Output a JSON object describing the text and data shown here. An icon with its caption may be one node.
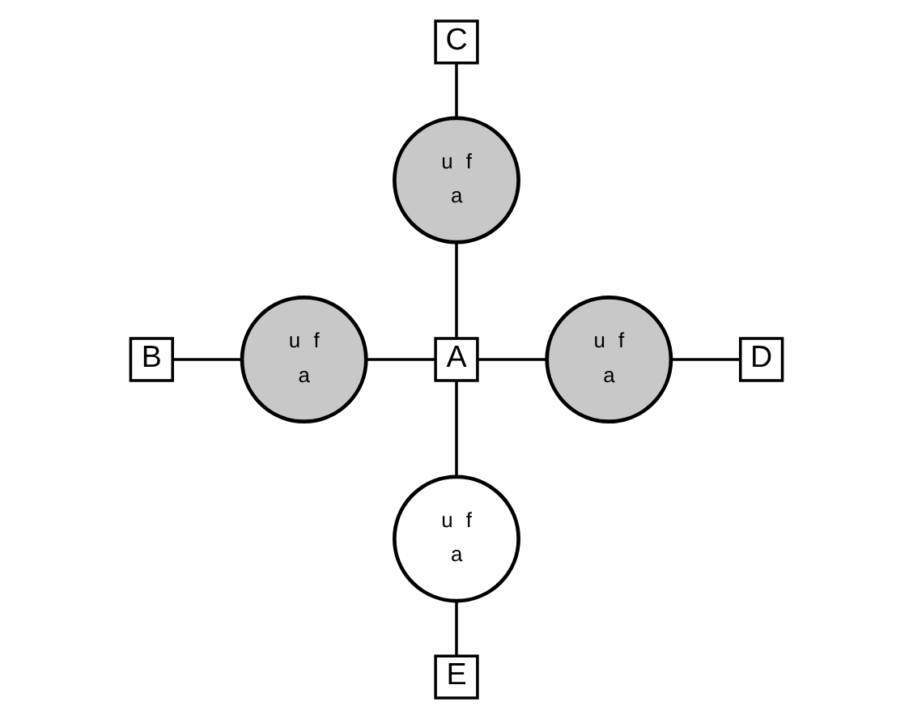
{
  "diagram": {
    "nodes": [
      {
        "text": [
          "C"
        ]
      },
      {
        "text": [
          "u",
          "f",
          "a"
        ]
      },
      {
        "text": [
          "B"
        ]
      },
      {
        "text": [
          "u",
          "f",
          "a"
        ]
      },
      {
        "text": [
          "A"
        ]
      },
      {
        "text": [
          "u",
          "f",
          "a"
        ]
      },
      {
        "text": [
          "D"
        ]
      },
      {
        "text": [
          "u",
          "f",
          "a"
        ]
      },
      {
        "text": [
          "E"
        ]
      }
    ],
    "edges": [
      {
        "from": 0,
        "to": 1,
        "arrow": "none"
      },
      {
        "from": 1,
        "to": 4,
        "arrow": "none"
      },
      {
        "from": 2,
        "to": 3,
        "arrow": "none"
      },
      {
        "from": 3,
        "to": 4,
        "arrow": "none"
      },
      {
        "from": 4,
        "to": 5,
        "arrow": "none"
      },
      {
        "from": 5,
        "to": 6,
        "arrow": "none"
      },
      {
        "from": 4,
        "to": 7,
        "arrow": "none"
      },
      {
        "from": 7,
        "to": 8,
        "arrow": "none"
      }
    ]
  }
}
